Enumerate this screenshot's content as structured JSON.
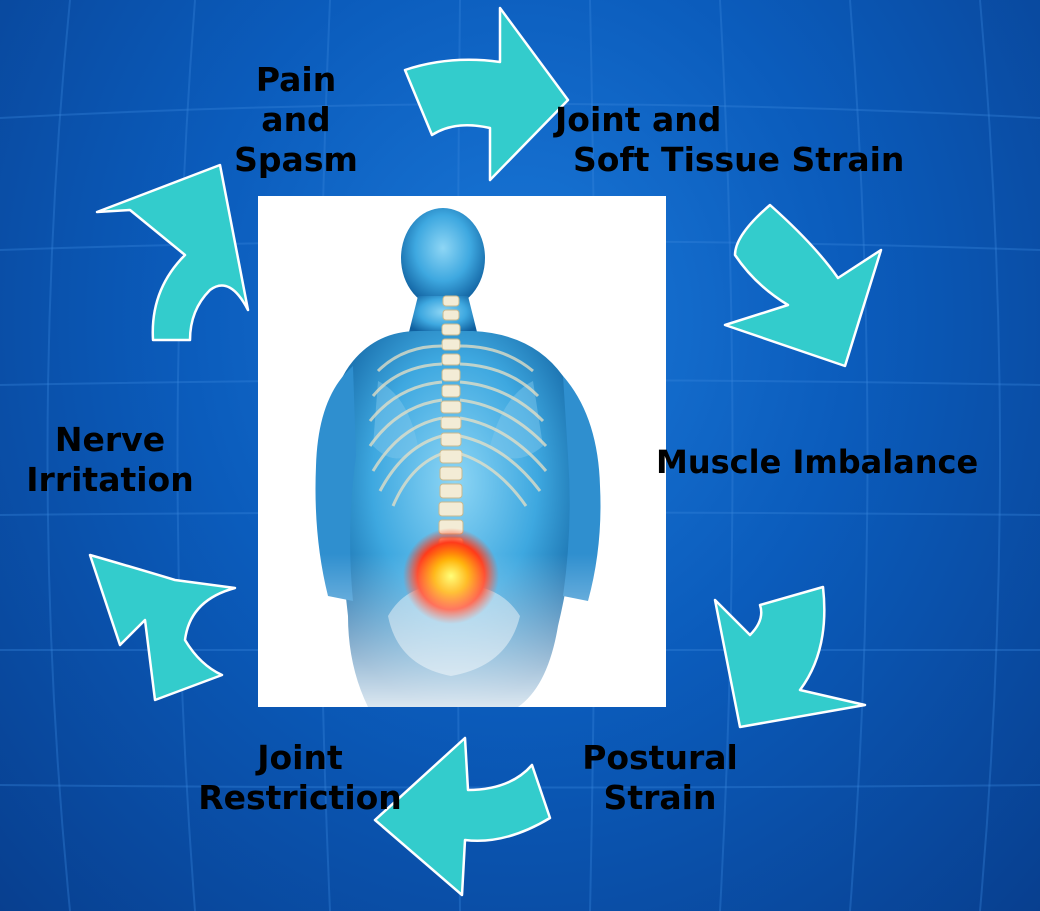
{
  "colors": {
    "background": "#0b5cbc",
    "arrow": "#33cccc",
    "text": "#000000",
    "figure_glow": "#3fb2ea",
    "pain_spot": "#ff3a1a"
  },
  "cycle": {
    "pain_spasm": [
      "Pain",
      "and",
      "Spasm"
    ],
    "joint_soft_tissue": [
      "Joint and",
      "Soft Tissue Strain"
    ],
    "muscle_imbalance": "Muscle Imbalance",
    "postural_strain": [
      "Postural",
      "Strain"
    ],
    "joint_restriction": [
      "Joint",
      "Restriction"
    ],
    "nerve_irritation": [
      "Nerve",
      "Irritation"
    ]
  },
  "center_image": {
    "subject": "back-view human figure with highlighted spine and lower back pain"
  }
}
